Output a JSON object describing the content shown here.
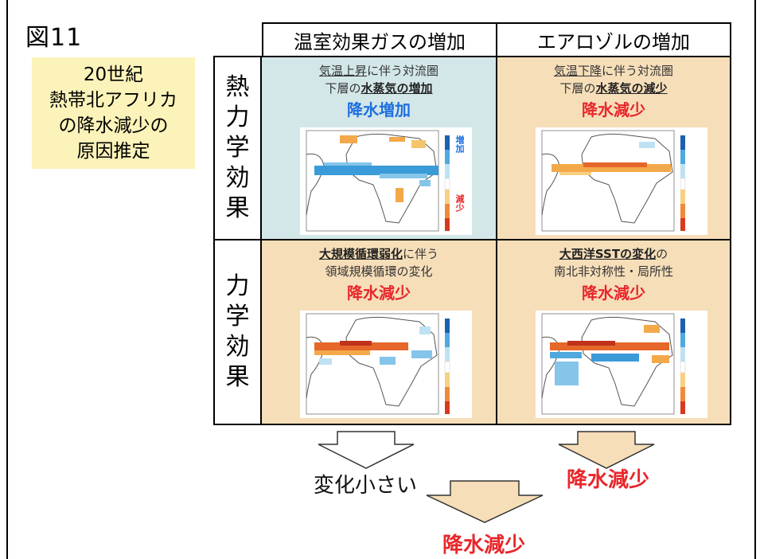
{
  "figure_label": "図11",
  "summary_box": {
    "lines": [
      "20世紀",
      "熱帯北アフリカ",
      "の降水減少の",
      "原因推定"
    ]
  },
  "columns": [
    "温室効果ガスの増加",
    "エアロゾルの増加"
  ],
  "rows": [
    {
      "label_chars": [
        "熱",
        "力",
        "学",
        "効",
        "果"
      ]
    },
    {
      "label_chars": [
        "力",
        "学",
        "効",
        "果"
      ]
    }
  ],
  "cells": {
    "thermo_ghg": {
      "line1_a": "気温上昇",
      "line1_b": "に伴う対流圏",
      "line2_a": "下層の",
      "line2_b": "水蒸気の増加",
      "effect": "降水増加",
      "cbar_pos": "増加",
      "cbar_neg": "減少"
    },
    "thermo_aer": {
      "line1_a": "気温下降",
      "line1_b": "に伴う対流圏",
      "line2_a": "下層の",
      "line2_b": "水蒸気の減少",
      "effect": "降水減少"
    },
    "dyn_ghg": {
      "line1_a": "大規模循環弱化",
      "line1_b": "に伴う",
      "line2": "領域規模循環の変化",
      "effect": "降水減少"
    },
    "dyn_aer": {
      "line1_a": "大西洋SSTの変化",
      "line1_b": "の",
      "line2": "南北非対称性・局所性",
      "effect": "降水減少"
    }
  },
  "outcomes": {
    "ghg": "変化小さい",
    "aerosol": "降水減少",
    "total": "降水減少"
  },
  "colors": {
    "blue_cell": "#d3e7e9",
    "tan_cell": "#f6deb9",
    "increase_text": "#1e6fe0",
    "decrease_text": "#e8262a",
    "summary_box": "#fbf3b9"
  }
}
